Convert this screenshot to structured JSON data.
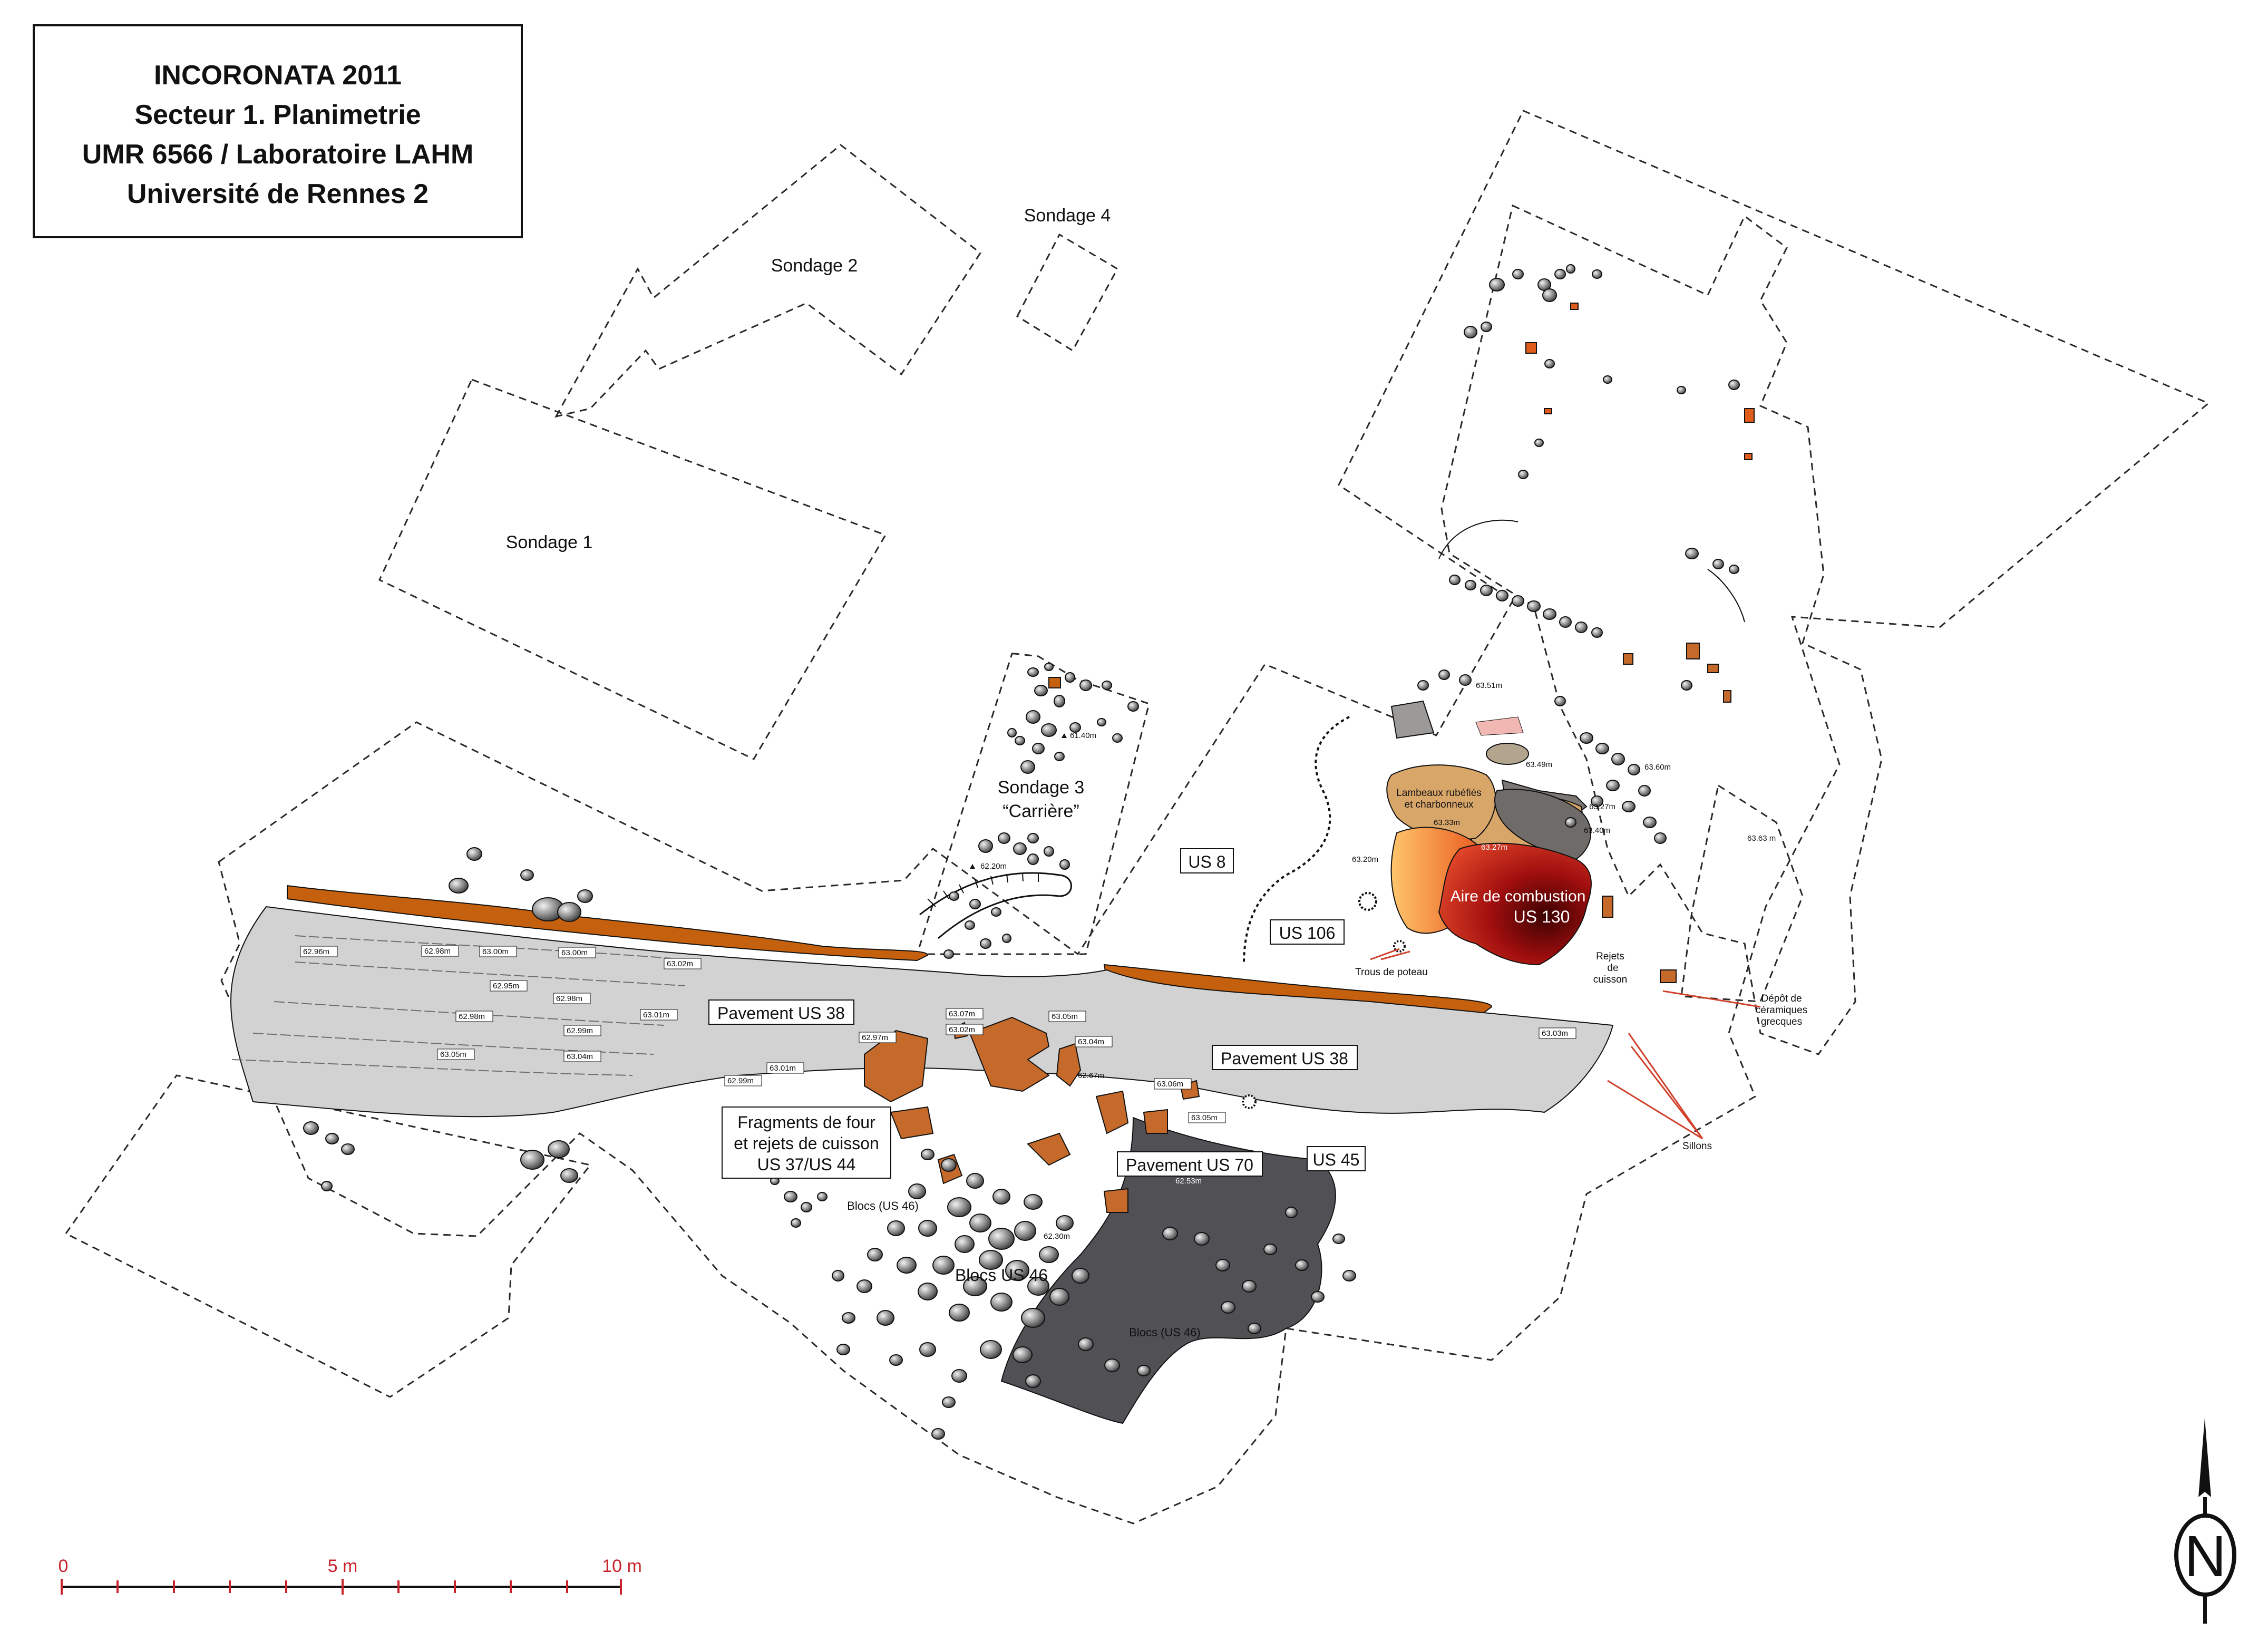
{
  "title_box": {
    "line1": "INCORONATA 2011",
    "line2": "Secteur 1. Planimetrie",
    "line3": "UMR 6566 / Laboratoire LAHM",
    "line4": "Université de Rennes 2"
  },
  "sondages": {
    "s1": "Sondage 1",
    "s2": "Sondage 2",
    "s3a": "Sondage 3",
    "s3b": "“Carrière”",
    "s4": "Sondage 4"
  },
  "boxed_labels": {
    "us8": "US 8",
    "us106": "US 106",
    "us45": "US 45",
    "pav38a": "Pavement US 38",
    "pav38b": "Pavement US 38",
    "pav70": "Pavement US 70",
    "frag1": "Fragments de four",
    "frag2": "et rejets de cuisson",
    "frag3": "US 37/US 44"
  },
  "labels": {
    "aire1": "Aire de combustion",
    "aire2": "US 130",
    "lambeaux1": "Lambeaux rubéfiés",
    "lambeaux2": "et charbonneux",
    "trous": "Trous de poteau",
    "rejets1": "Rejets",
    "rejets2": "de",
    "rejets3": "cuisson",
    "depot1": "Dépôt de",
    "depot2": "céramiques",
    "depot3": "grecques",
    "sillons": "Sillons",
    "blocs46a": "Blocs US 46",
    "blocs46b": "Blocs (US 46)",
    "blocs46c": "Blocs (US 46)"
  },
  "elevations": {
    "e1": "61.40m",
    "e2": "62.20m",
    "e3": "62.96m",
    "e4": "62.98m",
    "e5": "63.00m",
    "e6": "63.02m",
    "e7": "62.95m",
    "e8": "62.98m",
    "e9": "62.98m",
    "e10": "62.99m",
    "e11": "63.01m",
    "e12": "63.05m",
    "e13": "63.04m",
    "e14": "62.99m",
    "e15": "63.01m",
    "e16": "63.07m",
    "e17": "63.02m",
    "e18": "62.97m",
    "e19": "63.05m",
    "e20": "63.04m",
    "e21": "62.67m",
    "e22": "63.06m",
    "e23": "63.05m",
    "e24": "62.53m",
    "e25": "62.30m",
    "e26": "63.51m",
    "e27": "63.49m",
    "e28": "63.33m",
    "e29": "63.27m",
    "e30": "63.40m",
    "e31": "63.60m",
    "e32": "63.20m",
    "e33": "63.27m",
    "e34": "63.63 m",
    "e35": "63.03m"
  },
  "scale_bar": {
    "zero": "0",
    "five": "5 m",
    "ten": "10 m"
  },
  "north_arrow": {
    "letter": "N",
    "icon": "north-arrow-icon"
  },
  "colors": {
    "pavement": "#d2d2d2",
    "pavement70": "#505055",
    "orange": "#c5600f",
    "kiln": "#c56a2a",
    "tan": "#d9a66a",
    "greyzone": "#7a7775",
    "red_dark": "#5a0808",
    "red_mid": "#b51818",
    "scale_red": "#c8232c"
  }
}
